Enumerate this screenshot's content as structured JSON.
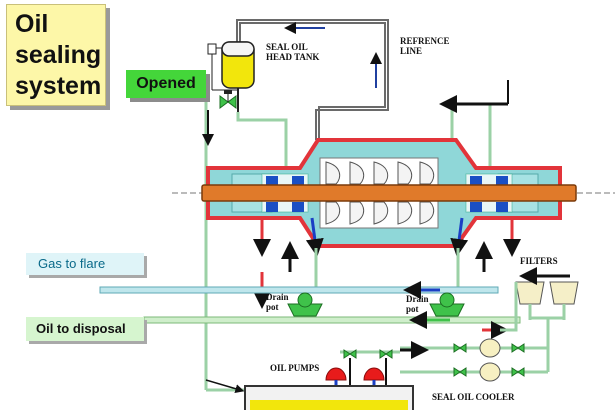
{
  "title": "Oil\nsealing\nsystem",
  "status_opened": "Opened",
  "labels": {
    "head_tank": "SEAL OIL\nHEAD TANK",
    "reference_line": "REFRENCE\nLINE",
    "gas_to_flare": "Gas to flare",
    "oil_to_disposal": "Oil to disposal",
    "filters": "FILTERS",
    "drain_pot_left": "Drain\npot",
    "drain_pot_right": "Drain\npot",
    "oil_pumps": "OIL PUMPS",
    "seal_oil_cooler": "SEAL OIL COOLER"
  },
  "colors": {
    "title_bg": "#fdf7a8",
    "opened_bg": "#44d63a",
    "gas_text": "#0a6a8a",
    "casing": "#e2343a",
    "casing_fill": "#8fd7d8",
    "shaft": "#e07a2a",
    "tank": "#f2e60c",
    "valve": "#3fc24a",
    "pump": "#e81b1b",
    "pipe": "#c9ead0"
  }
}
